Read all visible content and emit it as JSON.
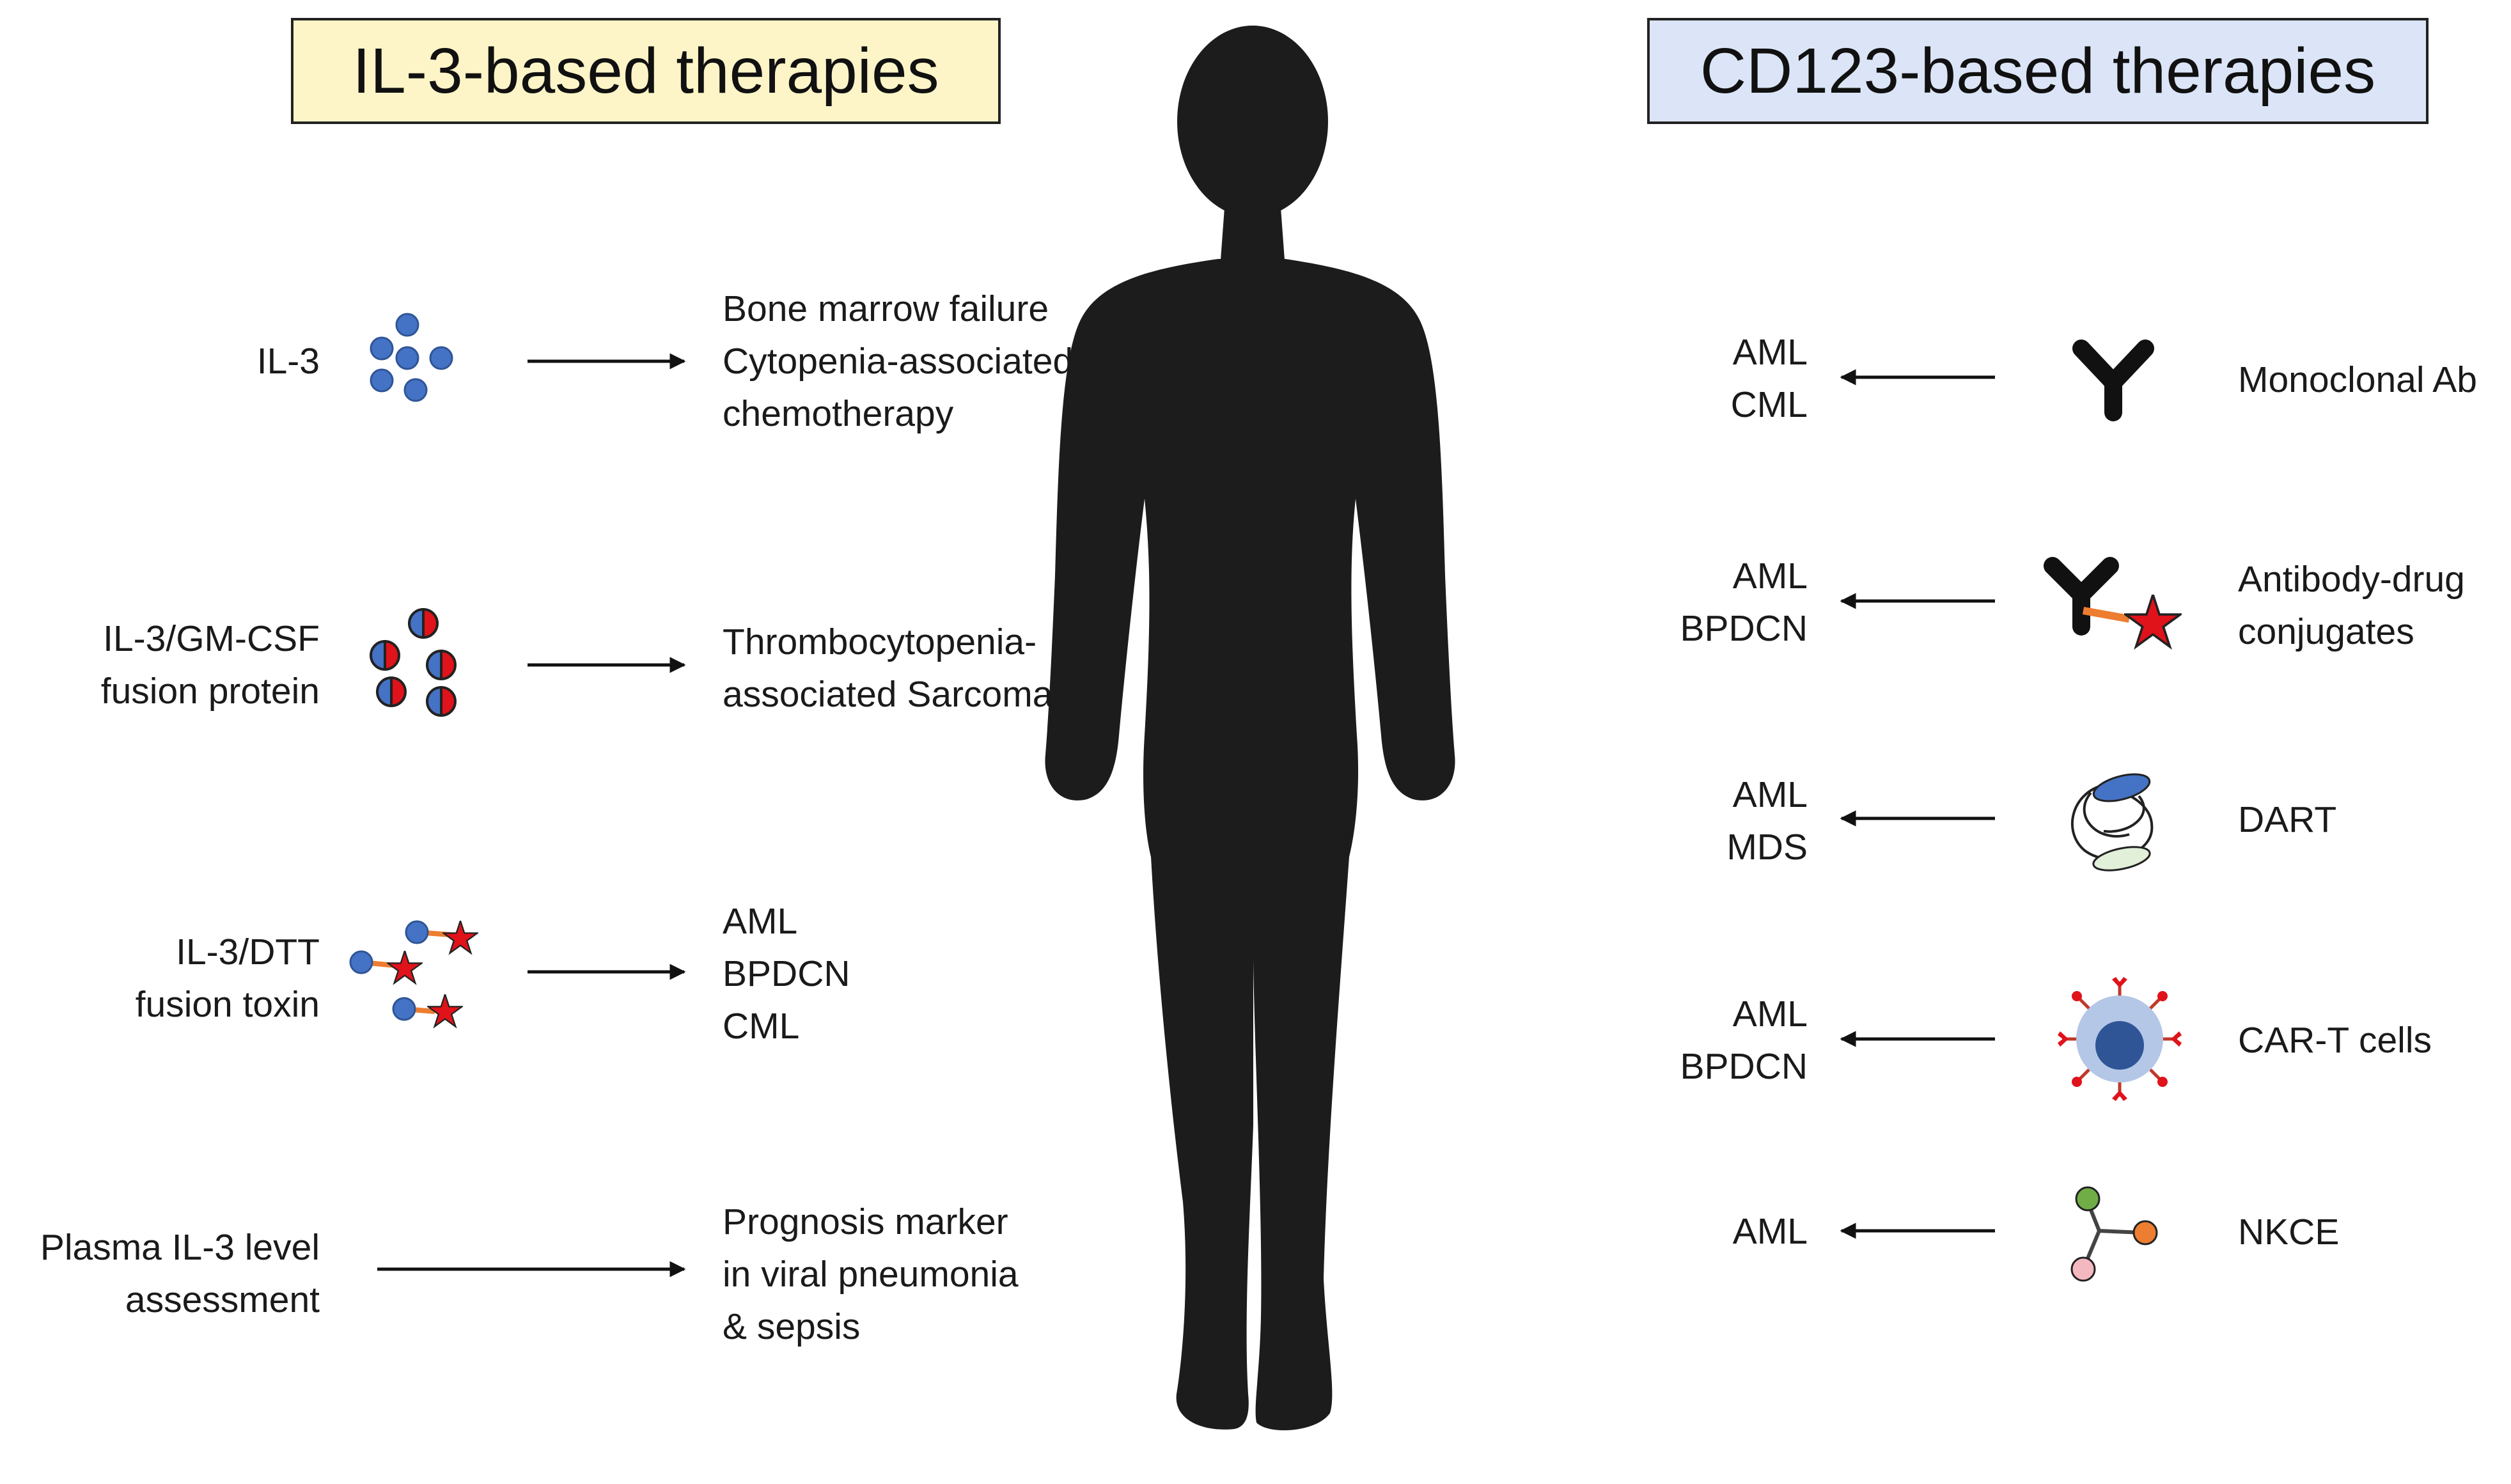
{
  "left_header": {
    "title": "IL-3-based therapies",
    "bg": "#fdf5c7"
  },
  "right_header": {
    "title": "CD123-based therapies",
    "bg": "#dbe5f7"
  },
  "left_rows": [
    {
      "agent": [
        "IL-3"
      ],
      "icon": "il3-molecules-icon",
      "outcome": [
        "Bone marrow failure",
        "Cytopenia-associated",
        "chemotherapy"
      ]
    },
    {
      "agent": [
        "IL-3/GM-CSF",
        "fusion protein"
      ],
      "icon": "fusion-protein-icon",
      "outcome": [
        "Thrombocytopenia-",
        "associated Sarcoma"
      ]
    },
    {
      "agent": [
        "IL-3/DTT",
        "fusion toxin"
      ],
      "icon": "fusion-toxin-icon",
      "outcome": [
        "AML",
        "BPDCN",
        "CML"
      ]
    },
    {
      "agent": [
        "Plasma IL-3 level",
        "assessment"
      ],
      "icon": "",
      "outcome": [
        "Prognosis marker",
        "in viral pneumonia",
        "& sepsis"
      ]
    }
  ],
  "right_rows": [
    {
      "disease": [
        "AML",
        "CML"
      ],
      "icon": "monoclonal-antibody-icon",
      "therapy": [
        "Monoclonal Ab"
      ]
    },
    {
      "disease": [
        "AML",
        "BPDCN"
      ],
      "icon": "antibody-drug-conjugate-icon",
      "therapy": [
        "Antibody-drug",
        "conjugates"
      ]
    },
    {
      "disease": [
        "AML",
        "MDS"
      ],
      "icon": "dart-icon",
      "therapy": [
        "DART"
      ]
    },
    {
      "disease": [
        "AML",
        "BPDCN"
      ],
      "icon": "car-t-cell-icon",
      "therapy": [
        "CAR-T cells"
      ]
    },
    {
      "disease": [
        "AML"
      ],
      "icon": "nkce-icon",
      "therapy": [
        "NKCE"
      ]
    }
  ],
  "colors": {
    "blue": "#4472c4",
    "red": "#e0121a",
    "orange": "#ed7d31",
    "silhouette": "#1c1c1c",
    "cell_outer": "#b4c7e7",
    "cell_nucleus": "#2f5597",
    "dart_pale": "#e2efd9",
    "nkce_green": "#70ad47",
    "nkce_pink": "#f4b8c0"
  }
}
